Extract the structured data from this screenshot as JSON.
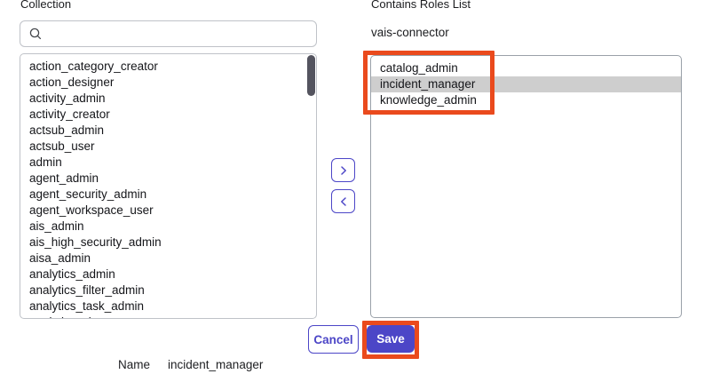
{
  "left_panel": {
    "label": "Collection",
    "search": {
      "placeholder": "",
      "value": ""
    },
    "items": [
      "action_category_creator",
      "action_designer",
      "activity_admin",
      "activity_creator",
      "actsub_admin",
      "actsub_user",
      "admin",
      "agent_admin",
      "agent_security_admin",
      "agent_workspace_user",
      "ais_admin",
      "ais_high_security_admin",
      "aisa_admin",
      "analytics_admin",
      "analytics_filter_admin",
      "analytics_task_admin",
      "analytics_viewer"
    ]
  },
  "transfer": {
    "add_icon": "chevron-right",
    "remove_icon": "chevron-left"
  },
  "right_panel": {
    "label": "Contains Roles List",
    "group_name": "vais-connector",
    "items": [
      {
        "label": "catalog_admin",
        "selected": false
      },
      {
        "label": "incident_manager",
        "selected": true
      },
      {
        "label": "knowledge_admin",
        "selected": false
      }
    ]
  },
  "actions": {
    "cancel_label": "Cancel",
    "save_label": "Save"
  },
  "footer": {
    "name_label": "Name",
    "name_value": "incident_manager"
  },
  "colors": {
    "accent": "#4c46c7",
    "annotation": "#ea4a1d",
    "selected_row": "#cecece",
    "scrollbar_thumb": "#54545f"
  }
}
